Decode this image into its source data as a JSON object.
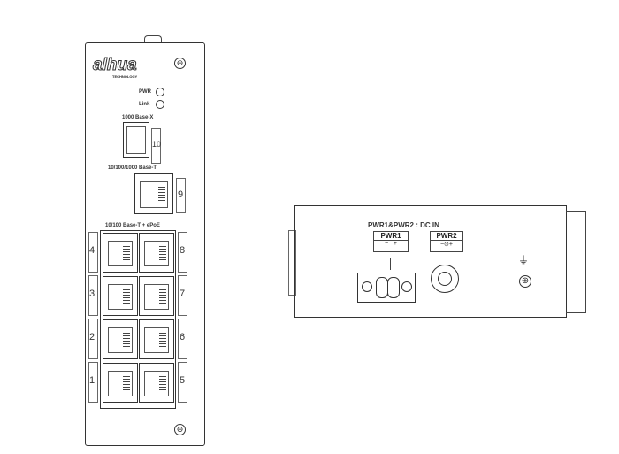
{
  "front_panel": {
    "brand": "alhua",
    "brand_sub": "TECHNOLOGY",
    "leds": [
      {
        "label": "PWR"
      },
      {
        "label": "Link"
      }
    ],
    "sfp_label": "1000 Base-X",
    "sfp_port_number": "10",
    "gig_label": "10/100/1000 Base-T",
    "gig_port_number": "9",
    "poe_label": "10/100 Base-T + ePoE",
    "left_port_numbers": [
      "4",
      "3",
      "2",
      "1"
    ],
    "right_port_numbers": [
      "8",
      "7",
      "6",
      "5"
    ]
  },
  "side_panel": {
    "title": "PWR1&PWR2 : DC IN",
    "pwr1_label": "PWR1",
    "pwr1_polarity": "−   +",
    "pwr2_label": "PWR2",
    "pwr2_polarity": "−⊙+"
  }
}
